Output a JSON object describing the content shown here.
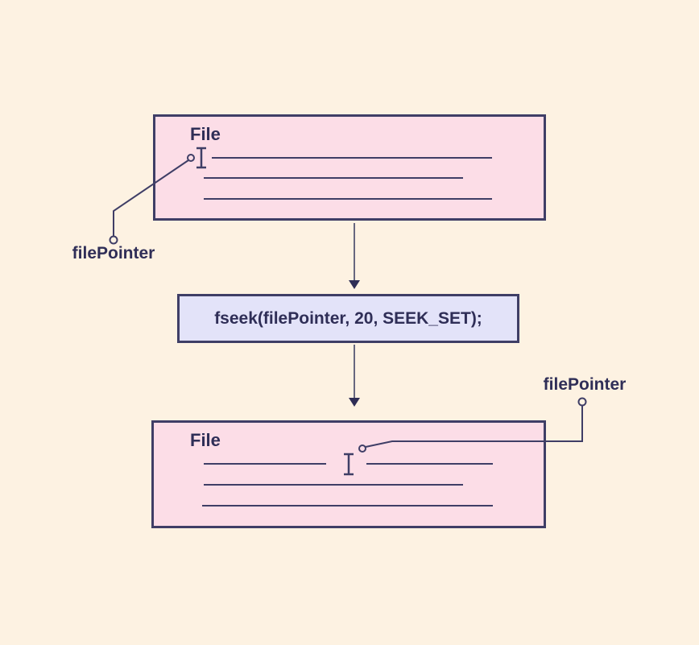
{
  "diagram": {
    "file_box_top": {
      "label": "File"
    },
    "file_box_bottom": {
      "label": "File"
    },
    "pointer_label_top": "filePointer",
    "pointer_label_bottom": "filePointer",
    "fseek_box": {
      "code": "fseek(filePointer, 20, SEEK_SET);"
    }
  },
  "colors": {
    "background": "#fdf2e2",
    "file_box_fill": "#fcdde7",
    "fseek_box_fill": "#e3e3f9",
    "stroke": "#3f3e66",
    "text": "#2f2e57",
    "arrow_shaft": "#67677f",
    "arrow_head": "#2e2d55"
  }
}
